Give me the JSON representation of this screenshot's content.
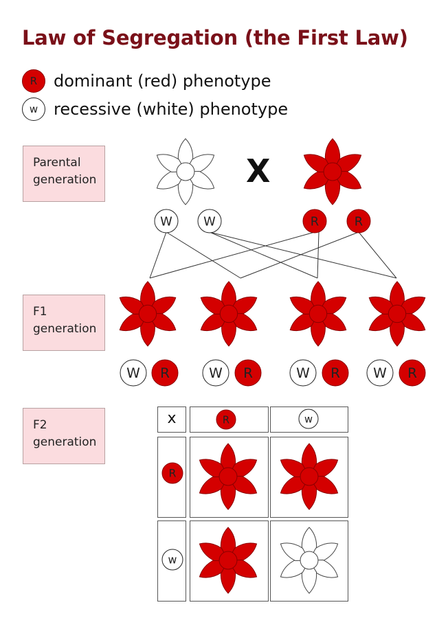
{
  "title": "Law of Segregation (the First Law)",
  "legend": [
    {
      "symbol": "R",
      "text": "dominant (red) phenotype"
    },
    {
      "symbol": "w",
      "text": "recessive (white) phenotype"
    }
  ],
  "generations": {
    "parental": "Parental generation",
    "f1": "F1 generation",
    "f2": "F2 generation"
  },
  "cross_symbol": "X",
  "grid_corner": "x",
  "parental_alleles": [
    "W",
    "W",
    "R",
    "R"
  ],
  "f1_pairs": [
    [
      "W",
      "R"
    ],
    [
      "W",
      "R"
    ],
    [
      "W",
      "R"
    ],
    [
      "W",
      "R"
    ]
  ],
  "punnett": {
    "columns": [
      "R",
      "w"
    ],
    "rows": [
      "R",
      "w"
    ]
  },
  "colors": {
    "dominant": "#d40000",
    "recessive": "#ffffff",
    "title": "#7a1019",
    "label_box": "#fbdcdf"
  }
}
